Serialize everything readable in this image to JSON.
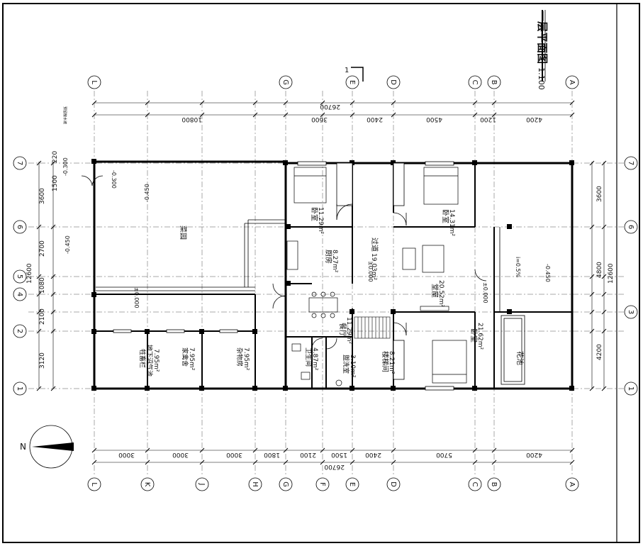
{
  "title": "一层平面图",
  "scale": "1:100",
  "compass": "N",
  "axes_letters": [
    "L",
    "K",
    "J",
    "H",
    "G",
    "F",
    "E",
    "D",
    "C",
    "B",
    "A"
  ],
  "axes_numbers": [
    "1",
    "2",
    "3",
    "4",
    "5",
    "6",
    "7"
  ],
  "dims_top": [
    "10800",
    "3600",
    "2400",
    "4500",
    "1200",
    "4200"
  ],
  "dims_top_total": "26700",
  "dims_bottom": [
    "3000",
    "3000",
    "3000",
    "1800",
    "2100",
    "1500",
    "2400",
    "5700",
    "4200"
  ],
  "dims_bottom_total": "26700",
  "dims_left": [
    "3120",
    "2100",
    "1080",
    "2700",
    "3600",
    "1500",
    "220"
  ],
  "dims_left_total": "12600",
  "dims_right": [
    "4200",
    "4800",
    "3600"
  ],
  "dims_right_total": "12600",
  "rooms": {
    "bedroom_top_left": {
      "name": "卧室",
      "area": "11.29m²"
    },
    "bedroom_top_right": {
      "name": "卧室",
      "area": "14.31m²"
    },
    "kitchen": {
      "name": "厨房",
      "area": "8.27m²"
    },
    "corridor": {
      "name": "过道",
      "area": "19.03m²"
    },
    "hall": {
      "name": "堂屋",
      "area": "20.52m²"
    },
    "dining": {
      "name": "餐厅",
      "area": "11.29m²"
    },
    "bathroom": {
      "name": "卫生间",
      "area": "4.87m²"
    },
    "laundry": {
      "name": "盥洗室",
      "area": "3.10m²"
    },
    "stair": {
      "name": "楼梯间",
      "area": "8.21m²"
    },
    "bedroom_bottom": {
      "name": "卧室",
      "area": "21.62m²"
    },
    "livestock": {
      "name": "牲畜栏",
      "sub": "地下沼气池",
      "area": "7.95m²"
    },
    "poultry": {
      "name": "家禽舍",
      "area": "7.95m²"
    },
    "storage": {
      "name": "杂物房",
      "area": "7.95m²"
    },
    "garden": {
      "name": "菜园"
    },
    "flowerbed": {
      "name": "花池"
    }
  },
  "levels": {
    "l1": "-0.300",
    "l2": "-0.300",
    "l3": "-0.450",
    "l4": "-0.450",
    "l5": "±0.000",
    "l6": "±0.000",
    "l7": "±0.000",
    "l8": "-0.450",
    "slope": "i=0.5%"
  },
  "section": "1",
  "note_small": "预留散水坡"
}
